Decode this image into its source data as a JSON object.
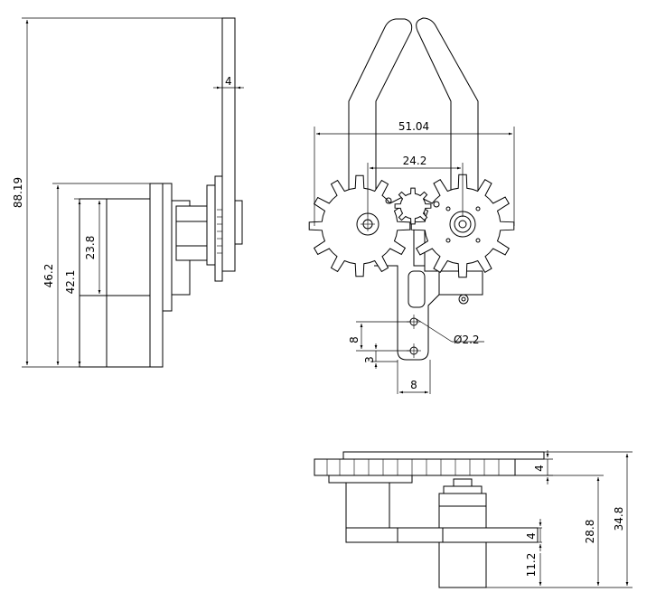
{
  "dimensions": {
    "side_plate_thickness": "4",
    "overall_height": "88.19",
    "servo_height": "46.2",
    "servo_body_height": "42.1",
    "servo_face_height": "23.8",
    "arm_spread": "51.04",
    "gear_center_distance": "24.2",
    "hole_spacing_v": "8",
    "hole_offset": "3",
    "hole_spacing_h": "8",
    "hole_diameter": "Ø2.2",
    "gear_thickness": "4",
    "bracket_thickness": "4",
    "servo_offset": "11.2",
    "servo_total": "28.8",
    "assembly_height": "34.8"
  }
}
